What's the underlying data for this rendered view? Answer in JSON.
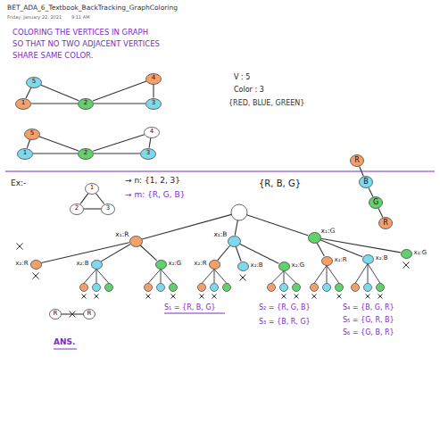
{
  "diagram": {
    "title": "BET_ADA_6_Textbook_BackTracking_GraphColoring",
    "nodes": [
      {
        "text": [
          "5"
        ]
      },
      {
        "text": [
          "4"
        ]
      },
      {
        "text": [
          "1"
        ]
      },
      {
        "text": [
          "2"
        ]
      },
      {
        "text": [
          "3"
        ]
      },
      {
        "text": [
          "5"
        ]
      },
      {
        "text": [
          "4"
        ]
      },
      {
        "text": [
          "1"
        ]
      },
      {
        "text": [
          "2"
        ]
      },
      {
        "text": [
          "3"
        ]
      },
      {
        "text": [
          "1"
        ]
      },
      {
        "text": [
          "2"
        ]
      },
      {
        "text": [
          "3"
        ]
      },
      {
        "text": [
          "R"
        ]
      },
      {
        "text": [
          "B"
        ]
      },
      {
        "text": [
          "G"
        ]
      },
      {
        "text": [
          "R"
        ]
      },
      {
        "text": [
          "x₁:R"
        ]
      },
      {
        "text": [
          "x₁:B"
        ]
      },
      {
        "text": [
          "x₁:G"
        ]
      },
      {
        "text": [
          "x₂:R"
        ]
      },
      {
        "text": [
          "x₂:B"
        ]
      },
      {
        "text": [
          "x₂:G"
        ]
      },
      {
        "text": [
          "x₂:R"
        ]
      },
      {
        "text": [
          "x₂:B"
        ]
      },
      {
        "text": [
          "x₂:G"
        ]
      },
      {
        "text": [
          "x₂:R"
        ]
      },
      {
        "text": [
          "x₂:B"
        ]
      },
      {
        "text": [
          "x₂:G"
        ]
      },
      {
        "text": [
          "R"
        ]
      },
      {
        "text": [
          "R"
        ]
      }
    ],
    "edges": [
      {
        "from": 0,
        "to": 2,
        "arrow": "none"
      },
      {
        "from": 0,
        "to": 3,
        "arrow": "none"
      },
      {
        "from": 2,
        "to": 3,
        "arrow": "none"
      },
      {
        "from": 3,
        "to": 4,
        "arrow": "none"
      },
      {
        "from": 3,
        "to": 1,
        "arrow": "none"
      },
      {
        "from": 1,
        "to": 4,
        "arrow": "none"
      },
      {
        "from": 5,
        "to": 7,
        "arrow": "none"
      },
      {
        "from": 5,
        "to": 8,
        "arrow": "none"
      },
      {
        "from": 7,
        "to": 8,
        "arrow": "none"
      },
      {
        "from": 8,
        "to": 9,
        "arrow": "none"
      },
      {
        "from": 8,
        "to": 6,
        "arrow": "none"
      },
      {
        "from": 6,
        "to": 9,
        "arrow": "none"
      },
      {
        "from": 10,
        "to": 11,
        "arrow": "none"
      },
      {
        "from": 10,
        "to": 12,
        "arrow": "none"
      },
      {
        "from": 11,
        "to": 12,
        "arrow": "none"
      },
      {
        "from": 13,
        "to": 14,
        "arrow": "none"
      },
      {
        "from": 14,
        "to": 15,
        "arrow": "none"
      },
      {
        "from": 15,
        "to": 16,
        "arrow": "none"
      },
      {
        "from": 17,
        "to": 20,
        "arrow": "none"
      },
      {
        "from": 17,
        "to": 21,
        "arrow": "none"
      },
      {
        "from": 17,
        "to": 22,
        "arrow": "none"
      },
      {
        "from": 18,
        "to": 23,
        "arrow": "none"
      },
      {
        "from": 18,
        "to": 24,
        "arrow": "none"
      },
      {
        "from": 18,
        "to": 25,
        "arrow": "none"
      },
      {
        "from": 19,
        "to": 26,
        "arrow": "none"
      },
      {
        "from": 19,
        "to": 27,
        "arrow": "none"
      },
      {
        "from": 19,
        "to": 28,
        "arrow": "none"
      },
      {
        "from": 29,
        "to": 30,
        "arrow": "none"
      }
    ],
    "labels": [
      "Friday, January 22, 2021",
      "9:11 AM",
      "COLORING THE VERTICES IN GRAPH",
      "SO THAT NO TWO ADJACENT VERTICES",
      "SHARE SAME COLOR.",
      "V : 5",
      "Color : 3",
      "{RED, BLUE, GREEN}",
      "Ex:-",
      "→ n: {1, 2, 3}",
      "→ m: {R, G, B}",
      "{R, B, G}",
      "S₁ = {R, B, G}",
      "S₂ = {R, G, B}",
      "S₃ = {B, R, G}",
      "S₄ = {B, G, R}",
      "S₅ = {G, R, B}",
      "S₆ = {G, B, R}",
      "ANS."
    ]
  }
}
